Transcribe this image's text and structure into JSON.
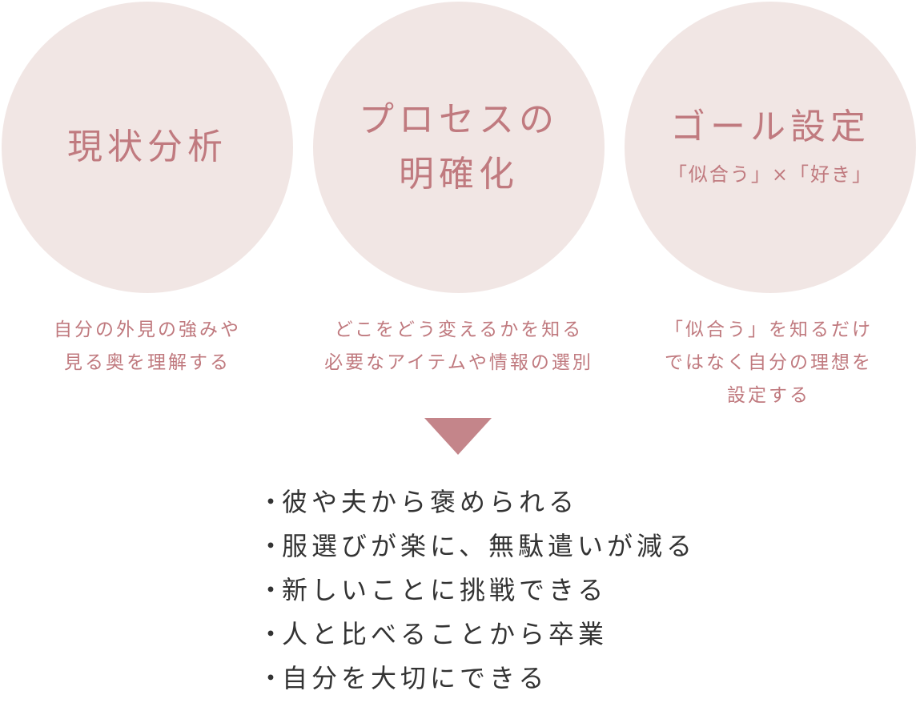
{
  "steps": [
    {
      "title_lines": [
        "現状分析"
      ],
      "subtitle": "",
      "description_lines": [
        "自分の外見の強みや",
        "見る奥を理解する"
      ]
    },
    {
      "title_lines": [
        "プロセスの",
        "明確化"
      ],
      "subtitle": "",
      "description_lines": [
        "どこをどう変えるかを知る",
        "必要なアイテムや情報の選別"
      ]
    },
    {
      "title_lines": [
        "ゴール設定"
      ],
      "subtitle": "「似合う」×「好き」",
      "description_lines": [
        "「似合う」を知るだけ",
        "ではなく自分の理想を",
        "設定する"
      ]
    }
  ],
  "bullet_symbol": "・",
  "benefits": [
    "彼や夫から褒められる",
    "服選びが楽に、無駄遣いが減る",
    "新しいことに挑戦できる",
    "人と比べることから卒業",
    "自分を大切にできる"
  ],
  "colors": {
    "circle_fill": "#f1e6e4",
    "accent_text": "#c07a7f",
    "arrow": "#c4858a",
    "benefit_text": "#333333"
  }
}
